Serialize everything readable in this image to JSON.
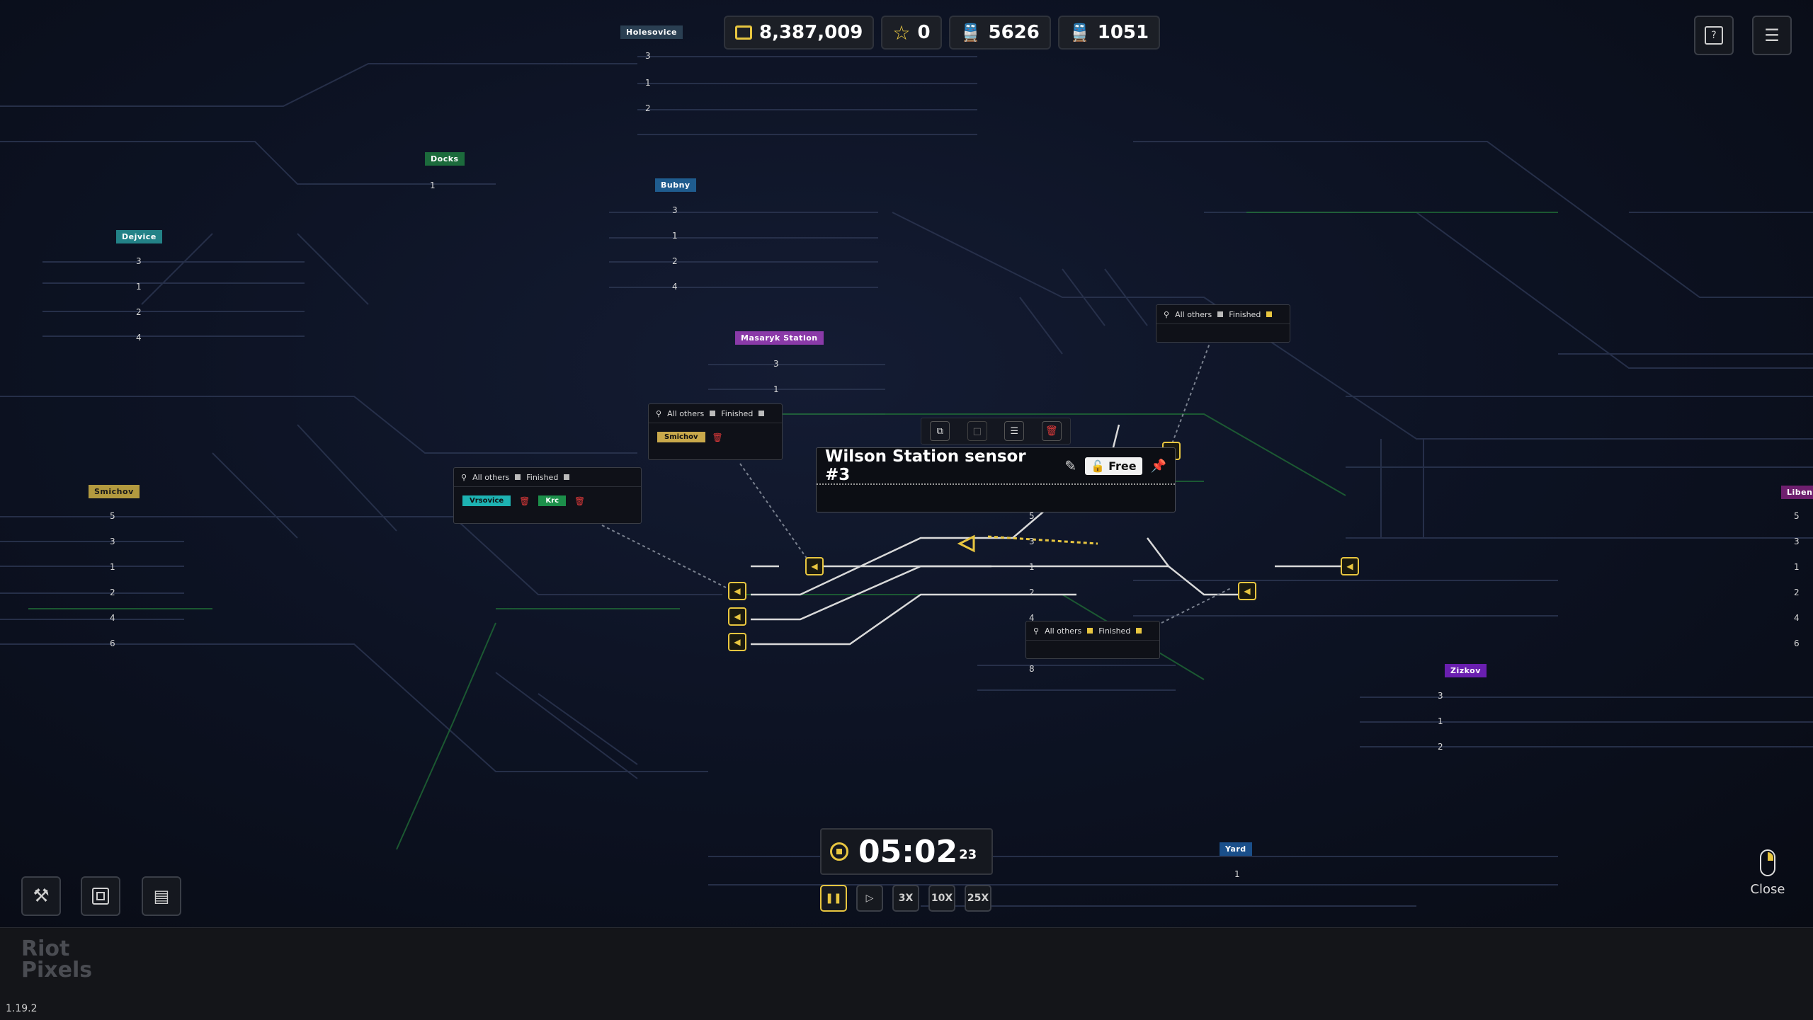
{
  "resources": {
    "money": "8,387,009",
    "stars": "0",
    "trains_green": "5626",
    "trains_red": "1051"
  },
  "stations": {
    "holesovice": "Holesovice",
    "docks": "Docks",
    "bubny": "Bubny",
    "dejvice": "Dejvice",
    "masaryk": "Masaryk Station",
    "smichov": "Smichov",
    "zizkov": "Zizkov",
    "liben": "Liben",
    "yard": "Yard"
  },
  "track_numbers": {
    "holesovice": [
      "3",
      "1",
      "2"
    ],
    "docks": [
      "1"
    ],
    "bubny": [
      "3",
      "1",
      "2",
      "4"
    ],
    "dejvice": [
      "3",
      "1",
      "2",
      "4"
    ],
    "masaryk": [
      "3",
      "1"
    ],
    "smichov": [
      "5",
      "3",
      "1",
      "2",
      "4",
      "6"
    ],
    "central": [
      "5",
      "3",
      "1",
      "2",
      "4",
      "8"
    ],
    "zizkov": [
      "3",
      "1",
      "2"
    ],
    "liben": [
      "5",
      "3",
      "1",
      "2",
      "4",
      "6"
    ],
    "yard": [
      "1"
    ]
  },
  "filters": {
    "all_others": "All others",
    "finished": "Finished"
  },
  "filter_chips": {
    "panel_a": [
      {
        "label": "Smichov",
        "color": "#c9a94b"
      }
    ],
    "panel_b": [
      {
        "label": "Vrsovice",
        "color": "#1db2b2"
      },
      {
        "label": "Krc",
        "color": "#1c8f4a"
      }
    ]
  },
  "sensor": {
    "title": "Wilson Station sensor #3",
    "status": "Free"
  },
  "timer": {
    "time": "05:02",
    "seconds": "23"
  },
  "speeds": [
    "3X",
    "10X",
    "25X"
  ],
  "close_label": "Close",
  "watermark": "Riot Pixels",
  "version": "1.19.2",
  "icons": {
    "help": "help-icon",
    "menu": "menu-icon",
    "builder": "builder-icon",
    "chip": "chip-icon",
    "notes": "notes-icon"
  },
  "colors": {
    "accent_yellow": "#e8c640",
    "delete_red": "#e03a3a",
    "green_track": "#1f7a3c",
    "money_gold": "#e8c640"
  }
}
